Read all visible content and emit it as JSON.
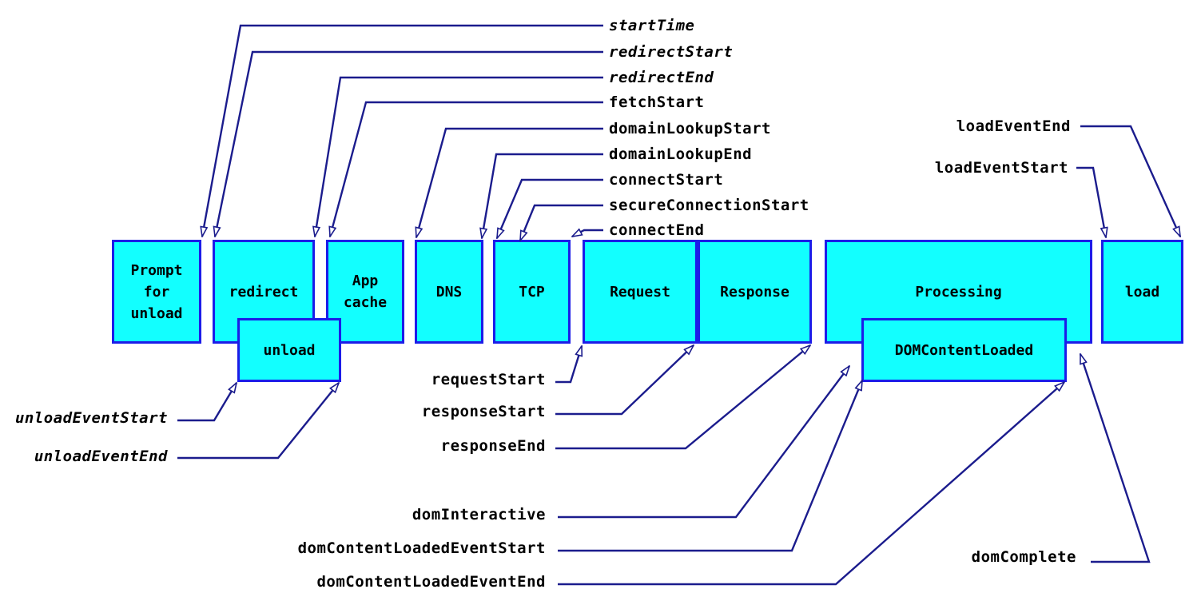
{
  "diagram": "navigation-timing-overview",
  "colors": {
    "box_fill": "#12ffff",
    "box_border": "#1c1ce8",
    "connector_line": "#1b1c8d",
    "text": "#000000",
    "background": "#ffffff"
  },
  "boxes": {
    "prompt_for_unload": "Prompt for unload",
    "redirect": "redirect",
    "app_cache": "App cache",
    "dns": "DNS",
    "tcp": "TCP",
    "request": "Request",
    "response": "Response",
    "processing": "Processing",
    "load": "load",
    "unload": "unload",
    "dom_content_loaded": "DOMContentLoaded"
  },
  "events": {
    "startTime": "startTime",
    "redirectStart": "redirectStart",
    "redirectEnd": "redirectEnd",
    "fetchStart": "fetchStart",
    "domainLookupStart": "domainLookupStart",
    "domainLookupEnd": "domainLookupEnd",
    "connectStart": "connectStart",
    "secureConnectionStart": "secureConnectionStart",
    "connectEnd": "connectEnd",
    "requestStart": "requestStart",
    "responseStart": "responseStart",
    "responseEnd": "responseEnd",
    "domInteractive": "domInteractive",
    "domContentLoadedEventStart": "domContentLoadedEventStart",
    "domContentLoadedEventEnd": "domContentLoadedEventEnd",
    "domComplete": "domComplete",
    "loadEventStart": "loadEventStart",
    "loadEventEnd": "loadEventEnd",
    "unloadEventStart": "unloadEventStart",
    "unloadEventEnd": "unloadEventEnd"
  }
}
